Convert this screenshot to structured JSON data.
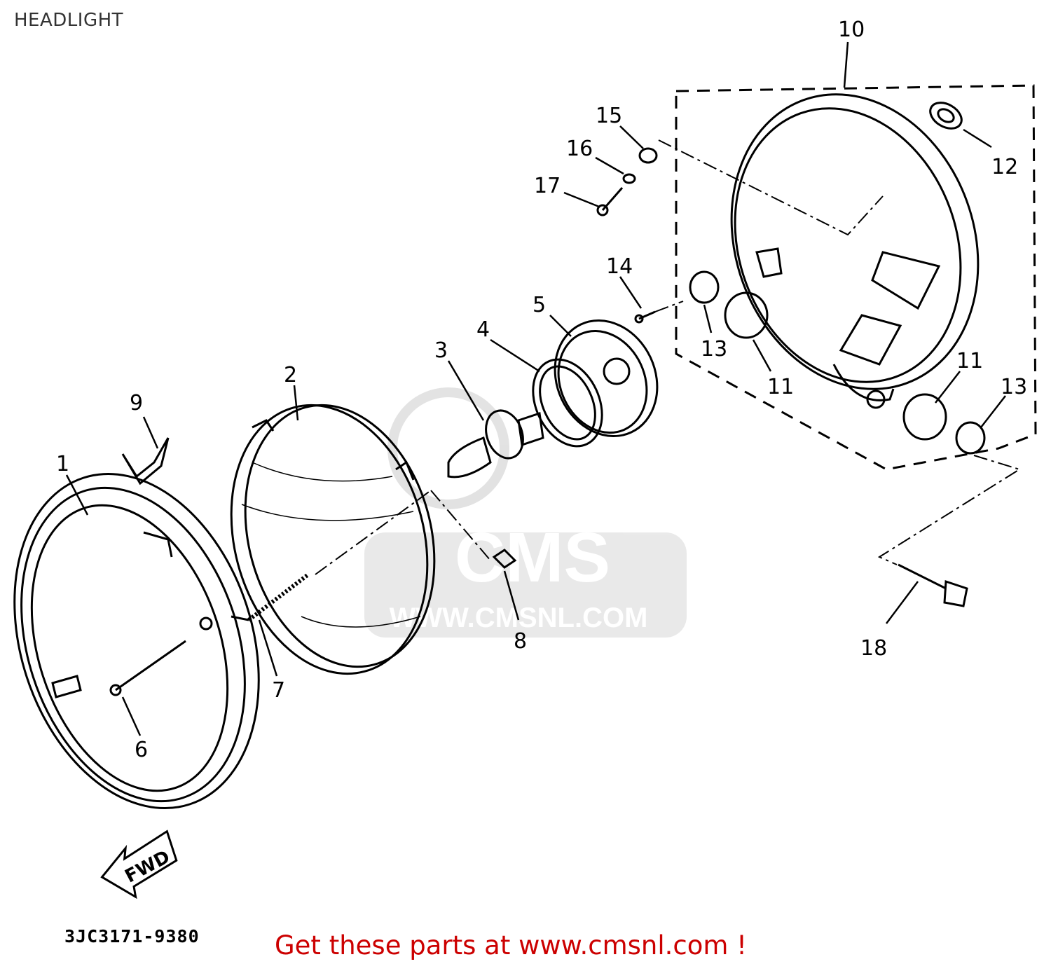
{
  "page": {
    "title": "HEADLIGHT"
  },
  "watermark": {
    "brand": "CMS",
    "url": "WWW.CMSNL.COM"
  },
  "diagram": {
    "part_labels": [
      {
        "id": "1",
        "text": "1"
      },
      {
        "id": "2",
        "text": "2"
      },
      {
        "id": "3",
        "text": "3"
      },
      {
        "id": "4",
        "text": "4"
      },
      {
        "id": "5",
        "text": "5"
      },
      {
        "id": "6",
        "text": "6"
      },
      {
        "id": "7",
        "text": "7"
      },
      {
        "id": "8",
        "text": "8"
      },
      {
        "id": "9",
        "text": "9"
      },
      {
        "id": "10",
        "text": "10"
      },
      {
        "id": "11a",
        "text": "11"
      },
      {
        "id": "11b",
        "text": "11"
      },
      {
        "id": "12",
        "text": "12"
      },
      {
        "id": "13a",
        "text": "13"
      },
      {
        "id": "13b",
        "text": "13"
      },
      {
        "id": "14",
        "text": "14"
      },
      {
        "id": "15",
        "text": "15"
      },
      {
        "id": "16",
        "text": "16"
      },
      {
        "id": "17",
        "text": "17"
      },
      {
        "id": "18",
        "text": "18"
      }
    ],
    "fwd_arrow": "FWD",
    "drawing_code": "3JC3171-9380"
  },
  "footer": {
    "text": "Get these parts at www.cmsnl.com !",
    "color": "#cc0000"
  }
}
